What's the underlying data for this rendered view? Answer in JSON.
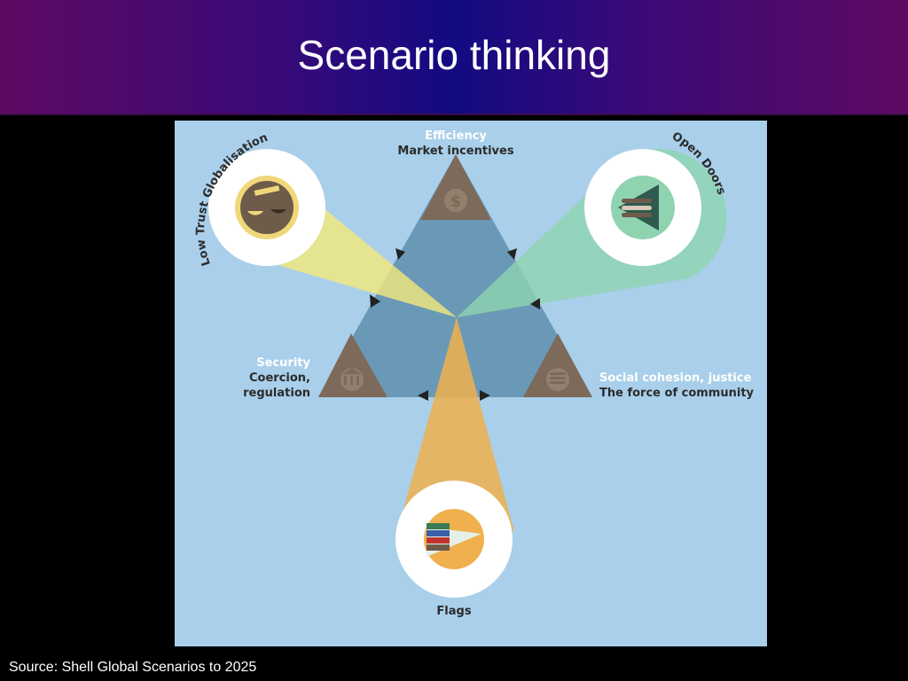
{
  "slide": {
    "title": "Scenario thinking",
    "source": "Source: Shell Global Scenarios to 2025"
  },
  "diagram": {
    "corners": {
      "top": {
        "line1": "Efficiency",
        "line2": "Market incentives",
        "icon": "dollar-icon"
      },
      "left": {
        "line1": "Security",
        "line2": "Coercion,",
        "line3": "regulation",
        "icon": "building-icon"
      },
      "right": {
        "line1": "Social cohesion, justice",
        "line2": "The force of community",
        "icon": "hand-icon"
      }
    },
    "scenarios": {
      "low_trust": {
        "label": "Low Trust Globalisation",
        "color": "#f4e97a",
        "icon": "scales-icon"
      },
      "open_doors": {
        "label": "Open Doors",
        "color": "#8fd3b0",
        "icon": "handshake-icon"
      },
      "flags": {
        "label": "Flags",
        "color": "#efb04d",
        "icon": "flags-icon"
      }
    },
    "colors": {
      "background": "#a9cfea",
      "triangle": "#5f8fae",
      "corner": "#7d6a5a"
    }
  }
}
